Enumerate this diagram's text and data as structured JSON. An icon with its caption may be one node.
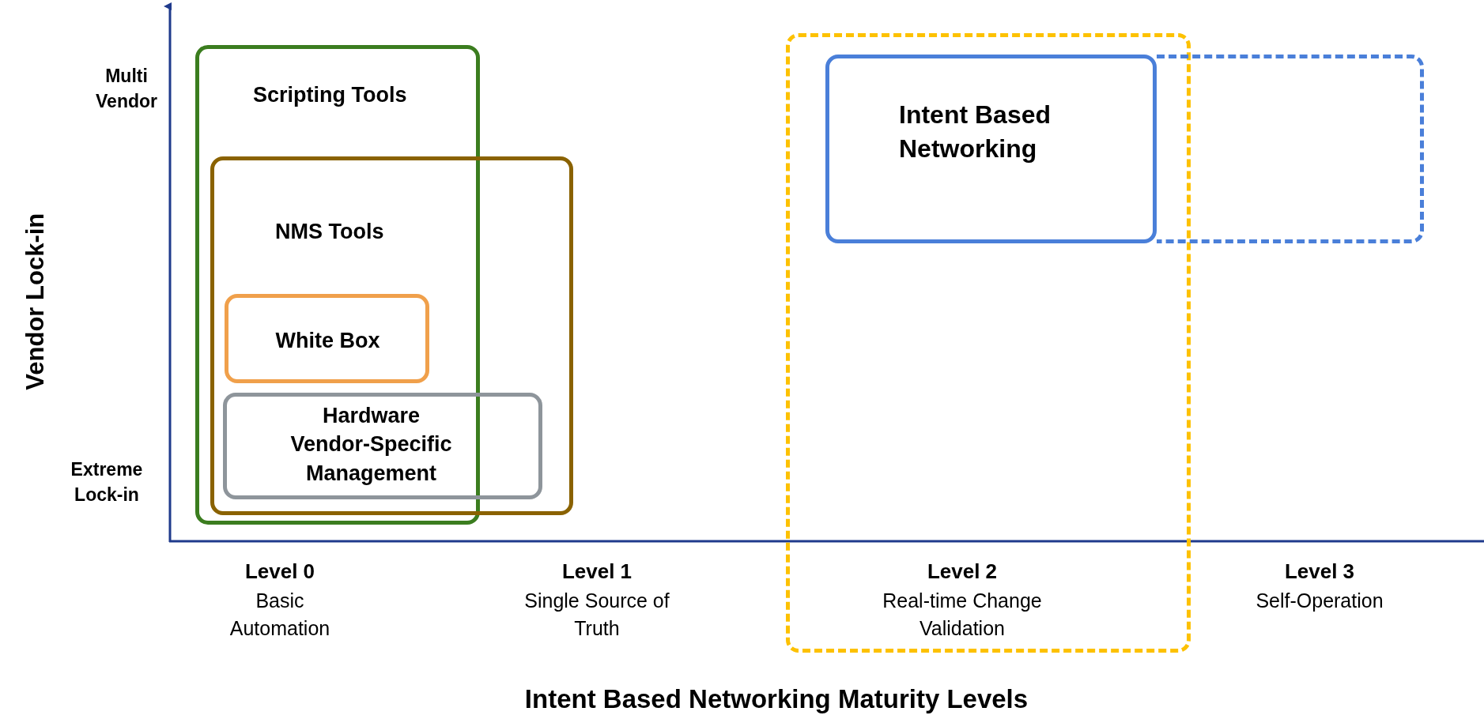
{
  "diagram": {
    "nodes": [
      {
        "text": [
          "Scripting Tools"
        ]
      },
      {
        "text": [
          "NMS Tools"
        ]
      },
      {
        "text": [
          "White Box"
        ]
      },
      {
        "text": [
          "Hardware Vendor-Specific Management"
        ],
        "in": 1
      },
      {
        "text": [],
        "shape": "box"
      },
      {
        "text": [
          "Intent Based Networking"
        ],
        "in": 4
      },
      {
        "text": [],
        "shape": "box"
      }
    ],
    "labels": [
      "Multi Vendor",
      "Vendor Lock-in",
      "Extreme Lock-in",
      "Level 0",
      "Basic Automation",
      "Level 1",
      "Single Source of Truth",
      "Level 2",
      "Real-time Change Validation",
      "Level 3",
      "Self-Operation",
      "Intent Based Networking Maturity Levels"
    ]
  }
}
